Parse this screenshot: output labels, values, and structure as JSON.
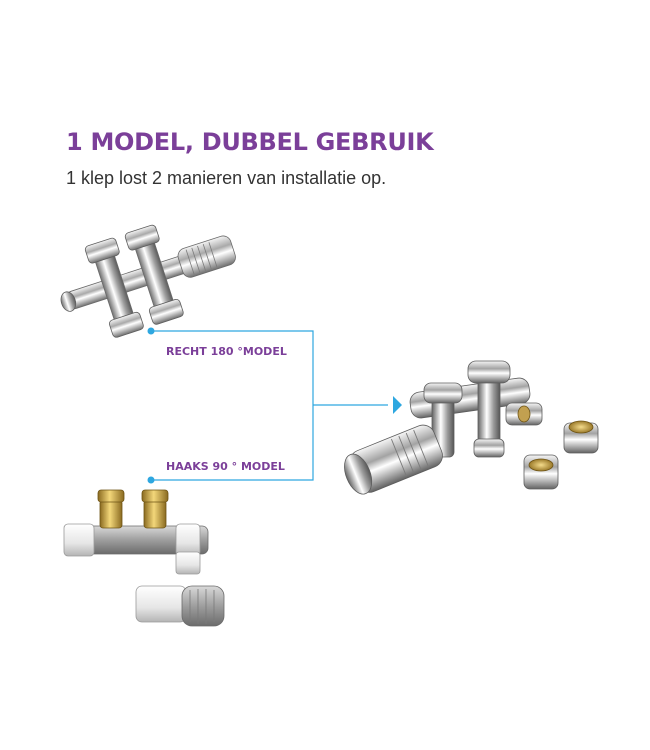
{
  "title": "1 MODEL, DUBBEL GEBRUIK",
  "subtitle": "1 klep lost 2 manieren van installatie op.",
  "labels": {
    "straight": "RECHT 180 °MODEL",
    "angle": "HAAKS 90 ° MODEL"
  },
  "colors": {
    "brand_purple": "#7b3f99",
    "connector_blue": "#2ea7e0",
    "text_dark": "#333333"
  }
}
